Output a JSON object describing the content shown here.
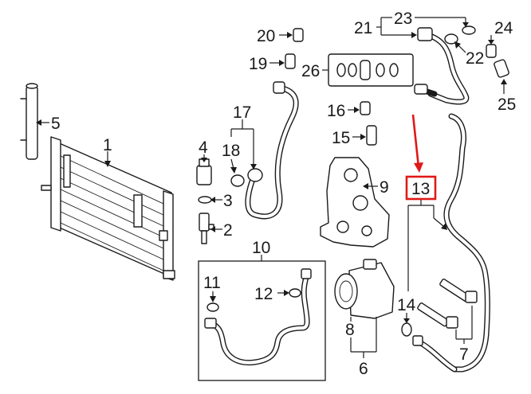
{
  "callouts": {
    "c1": "1",
    "c2": "2",
    "c3": "3",
    "c4": "4",
    "c5": "5",
    "c6": "6",
    "c7": "7",
    "c8": "8",
    "c9": "9",
    "c10": "10",
    "c11": "11",
    "c12": "12",
    "c13": "13",
    "c14": "14",
    "c15": "15",
    "c16": "16",
    "c17": "17",
    "c18": "18",
    "c19": "19",
    "c20": "20",
    "c21": "21",
    "c22": "22",
    "c23": "23",
    "c24": "24",
    "c25": "25",
    "c26": "26"
  },
  "highlight": {
    "part": "13",
    "color": "#e01818"
  },
  "colors": {
    "line": "#1a1a1a",
    "background": "#ffffff",
    "highlight": "#e01818"
  }
}
